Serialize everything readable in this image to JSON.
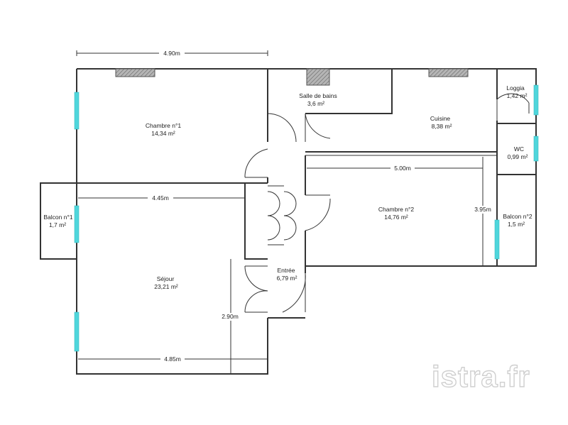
{
  "rooms": {
    "chambre1": {
      "name": "Chambre n°1",
      "area": "14,34  m²"
    },
    "salle_de_bains": {
      "name": "Salle de bains",
      "area": "3,6  m²"
    },
    "cuisine": {
      "name": "Cuisine",
      "area": "8,38  m²"
    },
    "loggia": {
      "name": "Loggia",
      "area": "1,42  m²"
    },
    "wc": {
      "name": "WC",
      "area": "0,99  m²"
    },
    "balcon1": {
      "name": "Balcon n°1",
      "area": "1,7  m²"
    },
    "chambre2": {
      "name": "Chambre n°2",
      "area": "14,76  m²"
    },
    "balcon2": {
      "name": "Balcon n°2",
      "area": "1,5  m²"
    },
    "sejour": {
      "name": "Séjour",
      "area": "23,21  m²"
    },
    "entree": {
      "name": "Entrée",
      "area": "6,79  m²"
    }
  },
  "dimensions": {
    "top": "4.90m",
    "chambre1_width": "4.45m",
    "chambre2_width": "5.00m",
    "chambre2_height": "3.95m",
    "sejour_height": "2.90m",
    "sejour_width": "4.85m"
  },
  "watermark": "istra.fr",
  "colors": {
    "window": "#4fd6dc",
    "wall": "#333333",
    "watermark": "#cfcfcf"
  }
}
